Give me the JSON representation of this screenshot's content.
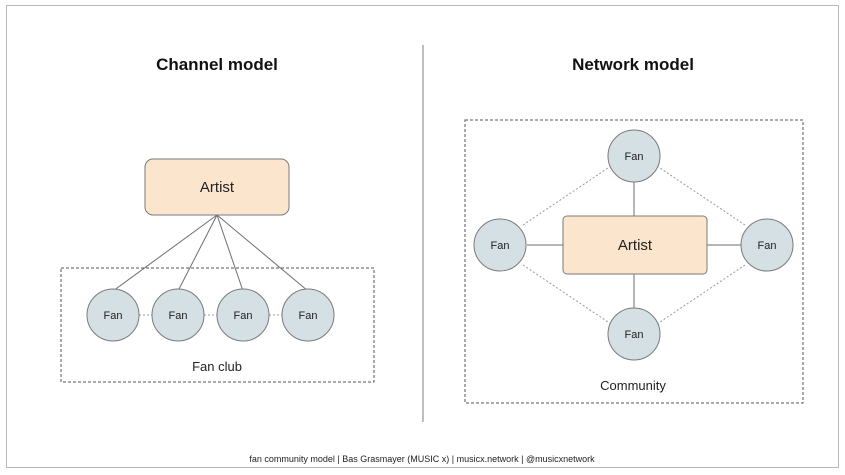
{
  "colors": {
    "artist_fill": "#fbe5cd",
    "artist_stroke": "#7a7a7a",
    "fan_fill": "#d4e0e3",
    "fan_stroke": "#7a7a7a",
    "line": "#6e6e6e",
    "dotted_line": "#9a9a9a",
    "divider": "#7d7d7d"
  },
  "channel_model": {
    "title": "Channel model",
    "artist_label": "Artist",
    "fans": [
      "Fan",
      "Fan",
      "Fan",
      "Fan"
    ],
    "group_label": "Fan club"
  },
  "network_model": {
    "title": "Network model",
    "artist_label": "Artist",
    "fan_top": "Fan",
    "fan_left": "Fan",
    "fan_right": "Fan",
    "fan_bottom": "Fan",
    "group_label": "Community"
  },
  "footer": {
    "text": "fan community model | Bas Grasmayer (MUSIC x) | musicx.network | @musicxnetwork"
  }
}
